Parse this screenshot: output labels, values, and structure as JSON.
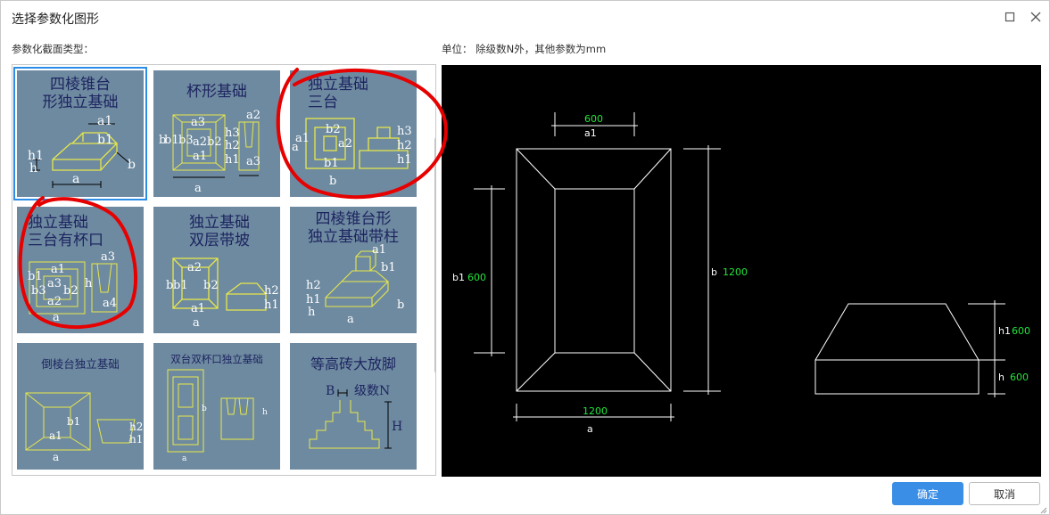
{
  "window": {
    "title": "选择参数化图形",
    "maximize_icon": "maximize-icon",
    "close_icon": "close-icon"
  },
  "labels": {
    "section_type": "参数化截面类型：",
    "unit_note": "单位：  除级数N外，其他参数为mm"
  },
  "tiles": [
    {
      "caption": "四棱锥台\n形独立基础",
      "selected": true,
      "dims": {
        "a1": "a1",
        "b1": "b1",
        "h1": "h1",
        "h": "h",
        "a": "a",
        "b": "b"
      }
    },
    {
      "caption": "杯形基础",
      "selected": false,
      "dims": {
        "a3": "a3",
        "a2": "a2",
        "h3": "h3",
        "h2": "h2",
        "h1": "h1",
        "a1": "a1",
        "a": "a",
        "b": "b",
        "b1": "b1",
        "b3": "b3",
        "b2": "b2",
        "a3b": "a3"
      }
    },
    {
      "caption": "独立基础\n三台",
      "selected": false,
      "dims": {
        "b2": "b2",
        "a2": "a2",
        "a1": "a1",
        "b1": "b1",
        "a": "a",
        "h3": "h3",
        "h2": "h2",
        "h1": "h1",
        "b": "b"
      }
    },
    {
      "caption": "独立基础\n三台有杯口",
      "selected": false,
      "dims": {
        "a1": "a1",
        "a3": "a3",
        "a2": "a2",
        "b3": "b3",
        "b2": "b2",
        "b1": "b1",
        "a4": "a4",
        "h": "h",
        "a": "a"
      }
    },
    {
      "caption": "独立基础\n双层带坡",
      "selected": false,
      "dims": {
        "a2": "a2",
        "b1": "b1",
        "b2": "b2",
        "a1": "a1",
        "h2": "h2",
        "h1": "h1",
        "a": "a",
        "b": "b"
      }
    },
    {
      "caption": "四棱锥台形\n独立基础带柱",
      "selected": false,
      "dims": {
        "a1": "a1",
        "b1": "b1",
        "h2": "h2",
        "h1": "h1",
        "h": "h",
        "a": "a",
        "b": "b"
      }
    },
    {
      "caption": "倒棱台独立基础",
      "selected": false,
      "dims": {
        "b1": "b1",
        "a1": "a1",
        "h2": "h2",
        "h1": "h1",
        "a": "a"
      }
    },
    {
      "caption": "双台双杯口独立基础",
      "selected": false,
      "dims": {
        "a": "a",
        "b": "b",
        "h": "h"
      }
    },
    {
      "caption": "等高砖大放脚",
      "selected": false,
      "dims": {
        "b": "B",
        "n": "级数N",
        "h": "H"
      }
    }
  ],
  "preview": {
    "a1_label": "a1",
    "a1_value": "600",
    "b1_label": "b1",
    "b1_value": "600",
    "b_label": "b",
    "b_value": "1200",
    "a_label": "a",
    "a_value": "1200",
    "h1_label": "h1",
    "h1_value": "600",
    "h_label": "h",
    "h_value": "600",
    "value_color": "#22e33a",
    "line_color": "#ffffff"
  },
  "buttons": {
    "ok": "确定",
    "cancel": "取消"
  },
  "colors": {
    "accent": "#3a8ee6",
    "tile_bg": "#6e8aa0",
    "tile_caption": "#1d2560",
    "tile_lines": "#e8e84a",
    "annotation": "#e60000"
  }
}
